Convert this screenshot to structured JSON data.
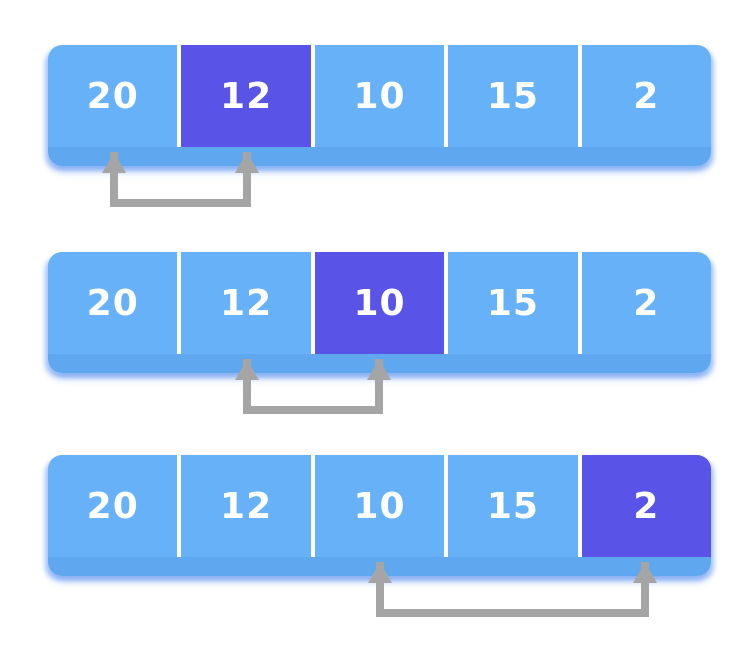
{
  "colors": {
    "background": "#ffffff",
    "cell": "#66b1f8",
    "highlight": "#5a53e8",
    "strip": "#5fa8ef",
    "divider": "#ffffff",
    "text": "#ffffff",
    "arrow": "#a5a5a5"
  },
  "array_steps": [
    {
      "values": [
        "20",
        "12",
        "10",
        "15",
        "2"
      ],
      "highlight_index": 1,
      "compare_from_index": 0,
      "compare_to_index": 1
    },
    {
      "values": [
        "20",
        "12",
        "10",
        "15",
        "2"
      ],
      "highlight_index": 2,
      "compare_from_index": 1,
      "compare_to_index": 2
    },
    {
      "values": [
        "20",
        "12",
        "10",
        "15",
        "2"
      ],
      "highlight_index": 4,
      "compare_from_index": 2,
      "compare_to_index": 4
    }
  ]
}
